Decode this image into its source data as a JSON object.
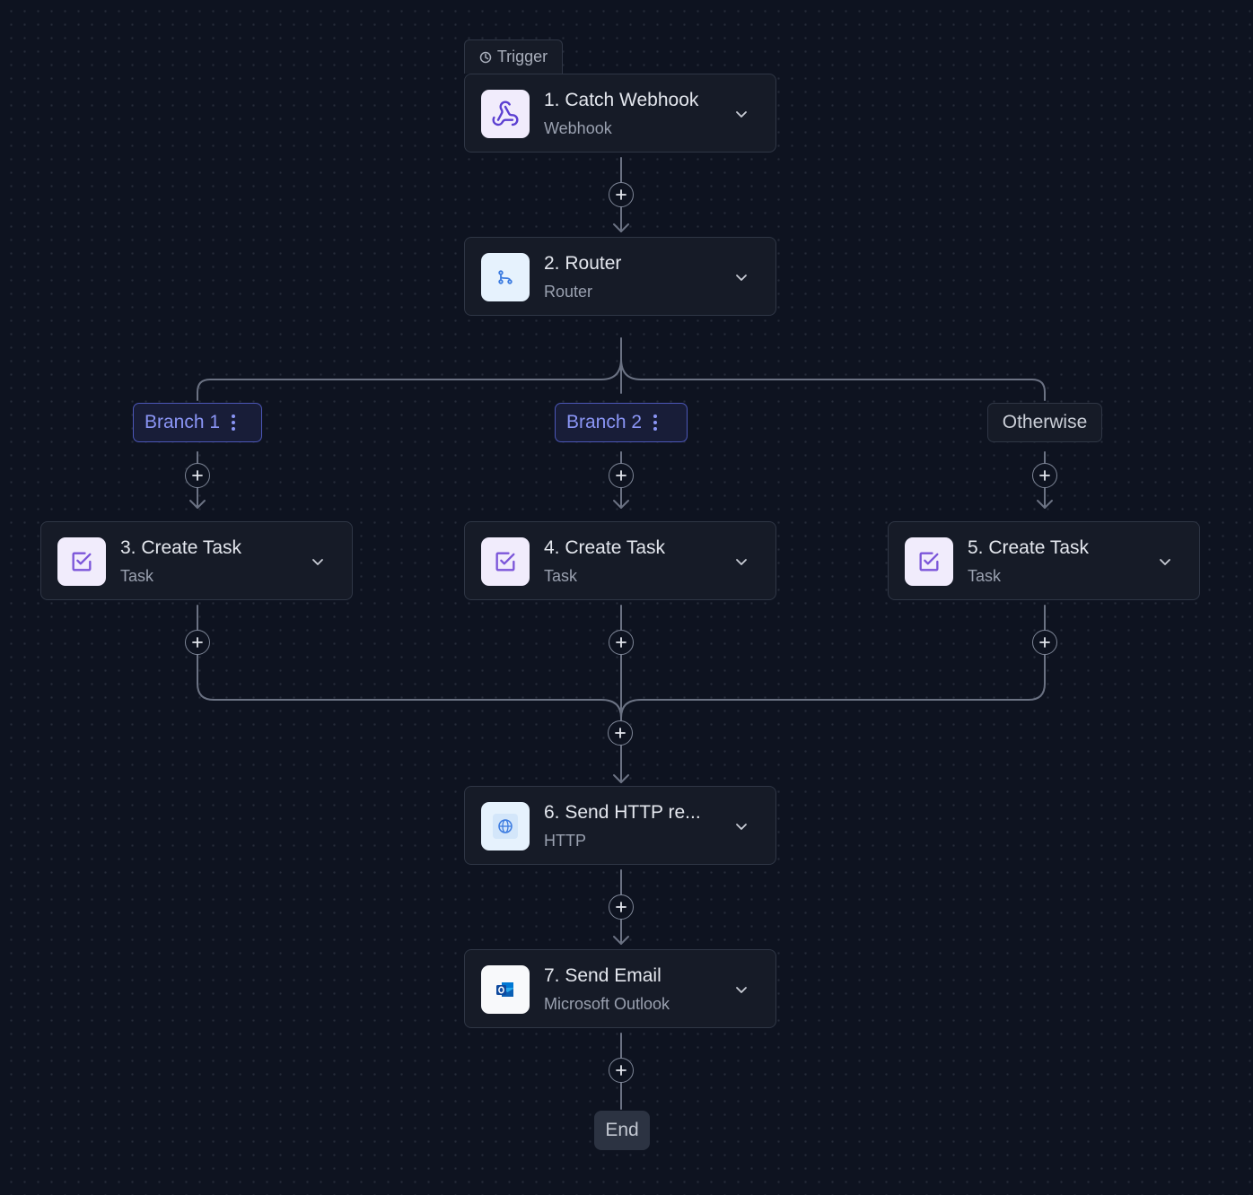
{
  "trigger_label": "Trigger",
  "nodes": [
    {
      "title": "1. Catch Webhook",
      "subtitle": "Webhook",
      "icon": "webhook-icon"
    },
    {
      "title": "2. Router",
      "subtitle": "Router",
      "icon": "router-icon"
    },
    {
      "title": "3. Create Task",
      "subtitle": "Task",
      "icon": "task-checkbox-icon"
    },
    {
      "title": "4. Create Task",
      "subtitle": "Task",
      "icon": "task-checkbox-icon"
    },
    {
      "title": "5. Create Task",
      "subtitle": "Task",
      "icon": "task-checkbox-icon"
    },
    {
      "title": "6. Send HTTP re...",
      "subtitle": "HTTP",
      "icon": "globe-icon"
    },
    {
      "title": "7. Send Email",
      "subtitle": "Microsoft Outlook",
      "icon": "outlook-icon"
    }
  ],
  "branches": [
    {
      "label": "Branch 1"
    },
    {
      "label": "Branch 2"
    },
    {
      "label": "Otherwise"
    }
  ],
  "end_label": "End",
  "colors": {
    "background": "#0e1320",
    "node_bg": "#161b27",
    "edge": "#7d8596",
    "branch_active_border": "#4c57b8",
    "branch_active_text": "#8a95f5",
    "task_icon": "#7b55d9",
    "webhook_icon": "#5b3fd1"
  }
}
